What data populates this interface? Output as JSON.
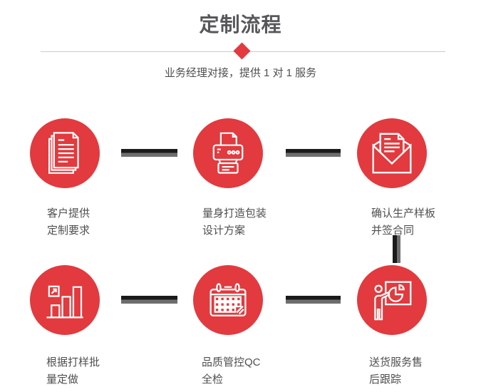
{
  "page": {
    "title": "定制流程",
    "subtitle": "业务经理对接，提供 1 对 1 服务"
  },
  "colors": {
    "accent_red": "#e23a3e",
    "title_gray": "#58585a",
    "text_gray": "#4f4f4f",
    "divider_gray": "#cccccc",
    "connector_dark": "#1a1a1a",
    "connector_gray": "#6e6e6e",
    "background": "#ffffff"
  },
  "steps": [
    {
      "icon": "documents-icon",
      "line1": "客户提供",
      "line2": "定制要求"
    },
    {
      "icon": "printer-icon",
      "line1": "量身打造包装",
      "line2": "设计方案"
    },
    {
      "icon": "envelope-letter-icon",
      "line1": "确认生产样板",
      "line2": "并签合同"
    },
    {
      "icon": "bar-chart-icon",
      "line1": "根据打样批",
      "line2": "量定做"
    },
    {
      "icon": "calendar-icon",
      "line1": "品质管控QC",
      "line2": "全检"
    },
    {
      "icon": "presentation-icon",
      "line1": "送货服务售",
      "line2": "后跟踪"
    }
  ]
}
